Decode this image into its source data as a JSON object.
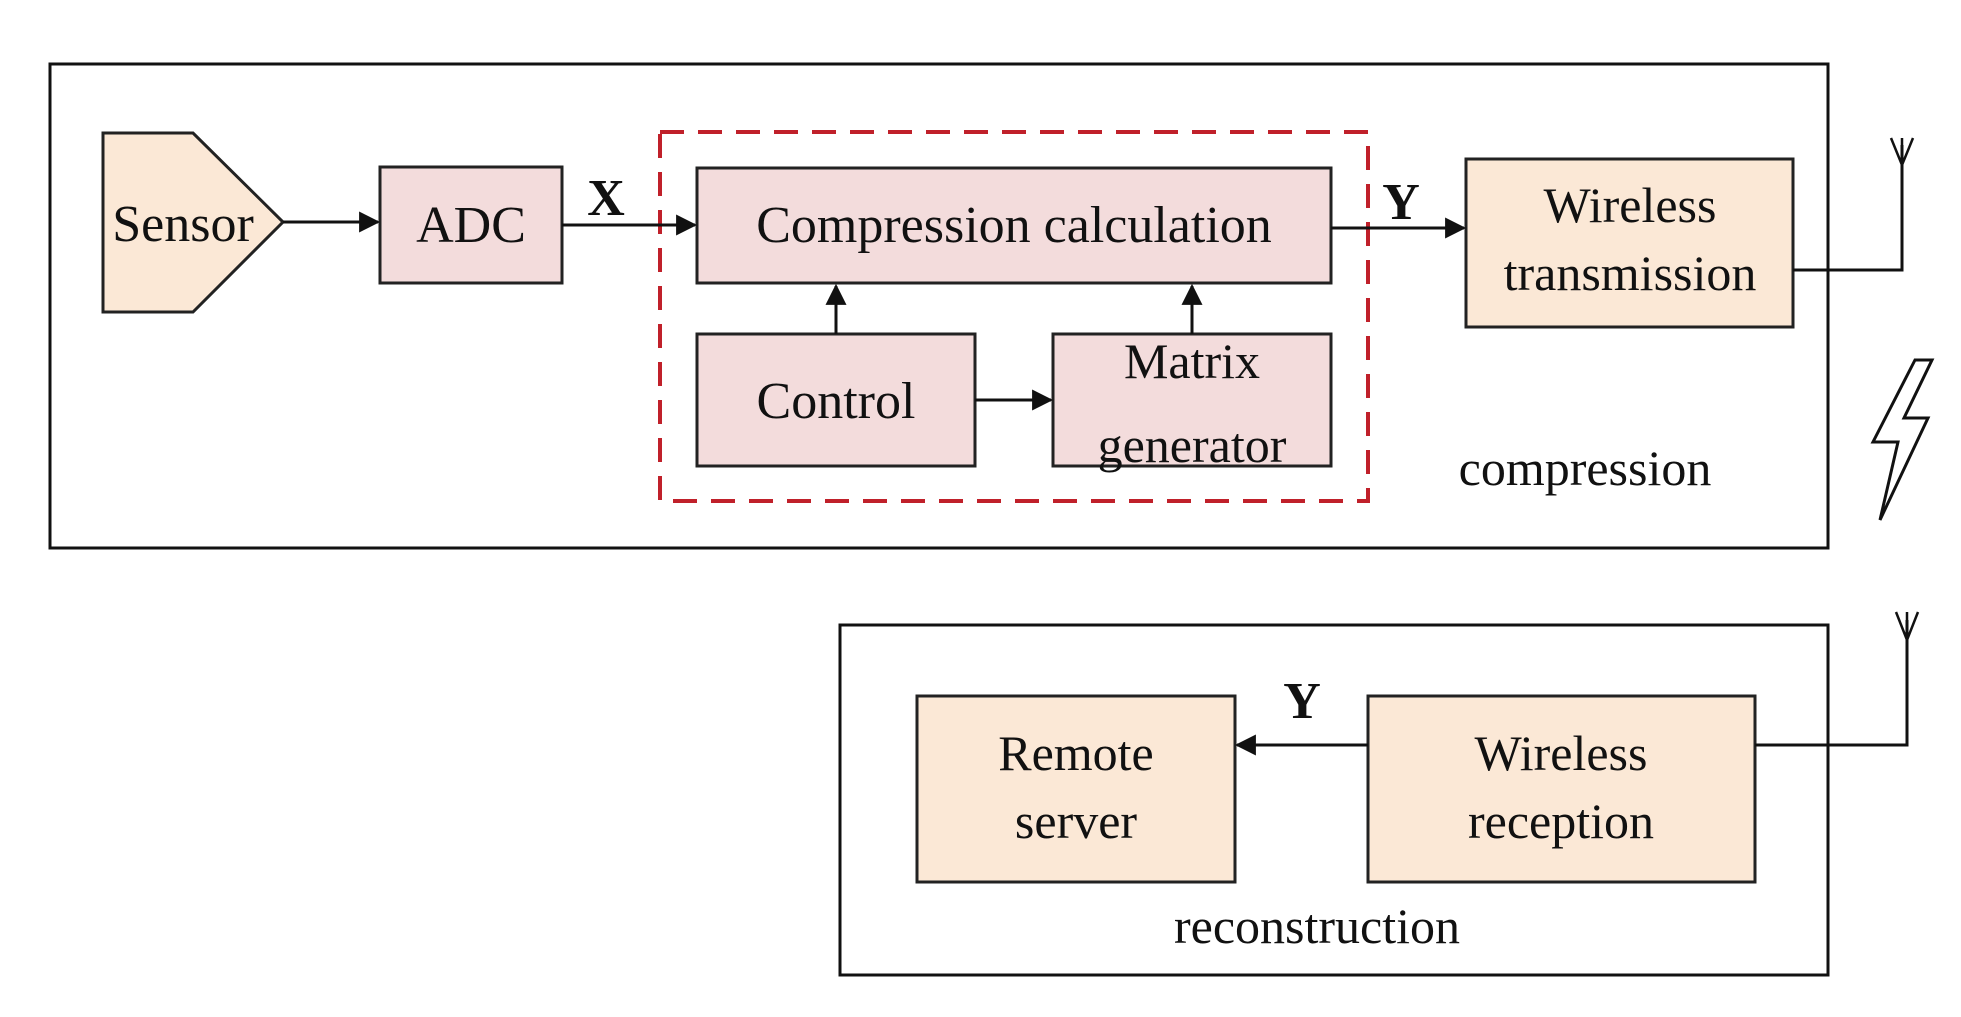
{
  "blocks": {
    "sensor": "Sensor",
    "adc": "ADC",
    "compression_calculation": "Compression calculation",
    "control": "Control",
    "matrix_generator": [
      "Matrix",
      "generator"
    ],
    "wireless_transmission": [
      "Wireless",
      "transmission"
    ],
    "remote_server": [
      "Remote",
      "server"
    ],
    "wireless_reception": [
      "Wireless",
      "reception"
    ]
  },
  "signals": {
    "x": "X",
    "y_top": "Y",
    "y_bottom": "Y"
  },
  "regions": {
    "compression": "compression",
    "reconstruction": "reconstruction"
  },
  "colors": {
    "pink_fill": "#f3dcdc",
    "peach_fill": "#fbe8d6",
    "dashed_border": "#c0202a",
    "line": "#111111"
  }
}
